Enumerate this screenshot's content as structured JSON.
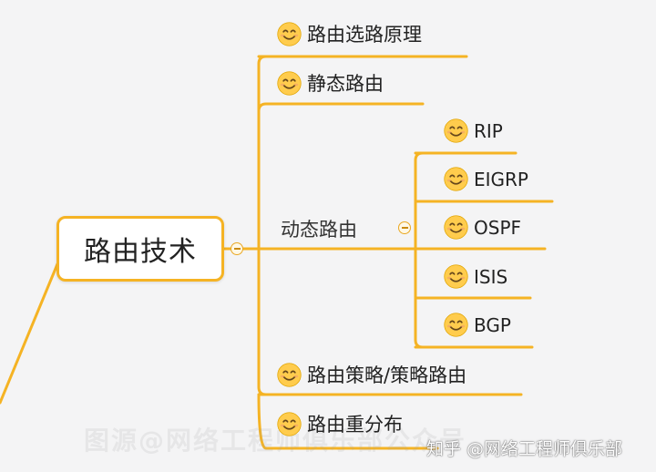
{
  "root": {
    "label": "路由技术"
  },
  "topics": [
    {
      "label": "路由选路原理",
      "icon": "smiley-icon"
    },
    {
      "label": "静态路由",
      "icon": "smiley-icon"
    },
    {
      "label": "动态路由",
      "icon": null,
      "children": [
        {
          "label": "RIP",
          "icon": "smiley-icon"
        },
        {
          "label": "EIGRP",
          "icon": "smiley-icon"
        },
        {
          "label": "OSPF",
          "icon": "smiley-icon"
        },
        {
          "label": "ISIS",
          "icon": "smiley-icon"
        },
        {
          "label": "BGP",
          "icon": "smiley-icon"
        }
      ]
    },
    {
      "label": "路由策略/策略路由",
      "icon": "smiley-icon"
    },
    {
      "label": "路由重分布",
      "icon": "smiley-icon"
    }
  ],
  "watermark": {
    "left": "图源@网络工程师俱乐部公众号",
    "right": "知乎 @网络工程师俱乐部"
  },
  "colors": {
    "branch": "#f5b324",
    "background": "#f4f4f5",
    "emoji_face": "#ffcc4d"
  }
}
